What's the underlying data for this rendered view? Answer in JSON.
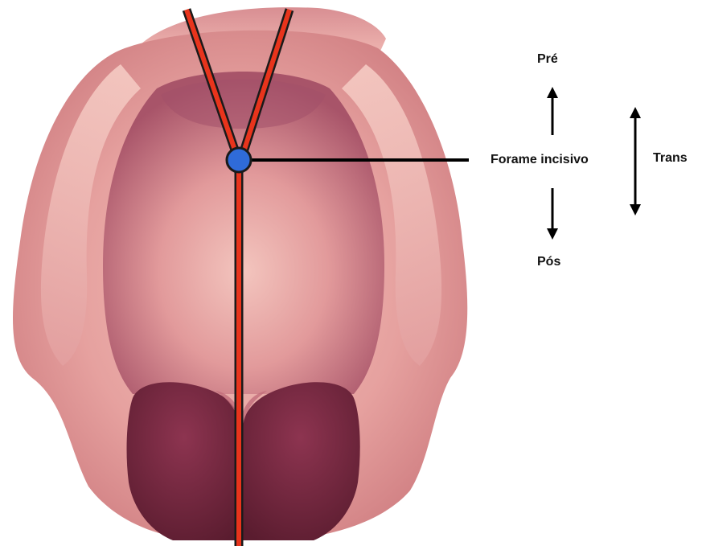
{
  "labels": {
    "forame": "Forame incisivo",
    "pre": "Pré",
    "pos": "Pós",
    "trans": "Trans"
  },
  "colors": {
    "suture_line": "#e8341c",
    "suture_outline": "#1a1a1a",
    "foramen_point": "#2f6bd8",
    "palate_base": "#e7a4a0",
    "palate_shadow": "#b5606c",
    "cavity": "#7d2c44",
    "label_text": "#111111"
  }
}
